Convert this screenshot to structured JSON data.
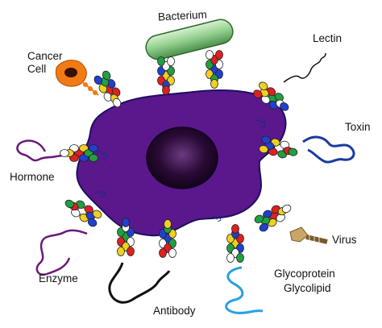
{
  "labels": {
    "bacterium": "Bacterium",
    "cancer_cell": "Cancer\nCell",
    "lectin": "Lectin",
    "toxin": "Toxin",
    "hormone": "Hormone",
    "virus": "Virus",
    "enzyme": "Enzyme",
    "antibody": "Antibody",
    "glycoprotein": "Glycoprotein",
    "glycolipid": "Glycolipid"
  },
  "colors": {
    "cell_body": "#5b178c",
    "cell_outline": "#1c1060",
    "nucleus": "#1a0522",
    "bacterium": "#8fd08f",
    "cancer_cell": "#f07a14",
    "hormone": "#6a1a7a",
    "enzyme": "#6a1a7a",
    "toxin": "#1a3aa0",
    "glycoprotein": "#2aa0e0",
    "sugar_palette": [
      "#e02020",
      "#f0d020",
      "#2040d0",
      "#20a040",
      "#ffffff"
    ]
  }
}
